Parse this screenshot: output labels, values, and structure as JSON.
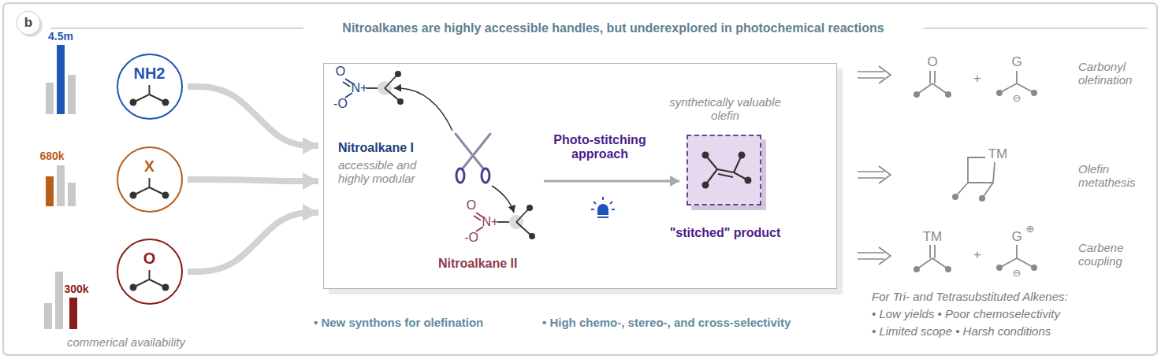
{
  "diagram": {
    "title": "Nitroalkanes are highly accessible handles, but underexplored in photochemical reactions",
    "nodes": [
      {
        "text": [
          "NH2"
        ]
      },
      {
        "text": [
          "X"
        ]
      },
      {
        "text": [
          "O"
        ]
      },
      {
        "text": [
          "Nitroalkane I",
          "accessible and highly modular",
          "Photo-stitching approach",
          "Nitroalkane II"
        ]
      },
      {
        "text": [
          "synthetically valuable olefin",
          "\"stitched\" product"
        ],
        "in": 3
      }
    ],
    "edges": [
      {
        "from": 0,
        "to": 3,
        "arrow": "to"
      },
      {
        "from": 1,
        "to": 3,
        "arrow": "to"
      },
      {
        "from": 2,
        "to": 3,
        "arrow": "to"
      }
    ],
    "labels": [
      "4.5m",
      "680k",
      "300k",
      "commerical availability",
      "O",
      "N+",
      "-O",
      "O",
      "N+",
      "-O",
      "O",
      "+",
      "G",
      "⊖",
      "Carbonyl olefination",
      "TM",
      "Olefin metathesis",
      "TM",
      "+",
      "G",
      "⊕",
      "⊖",
      "Carbene coupling",
      "For Tri- and Tetrasubstituted Alkenes:",
      "• Low yields • Poor chemoselectivity",
      "• Limited scope • Harsh conditions",
      "• New synthons for olefination",
      "• High chemo-, stereo-, and cross-selectivity",
      "b"
    ]
  }
}
